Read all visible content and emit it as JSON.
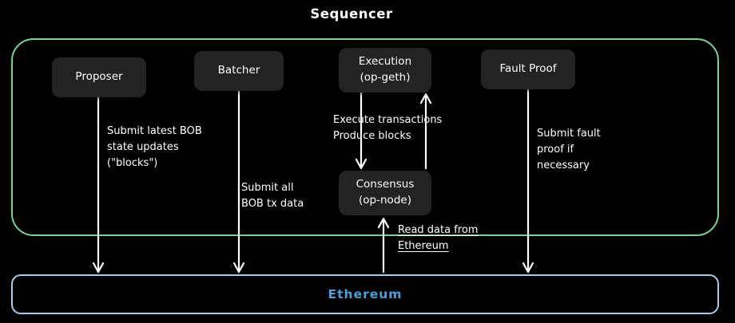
{
  "title": "Sequencer",
  "nodes": {
    "proposer": "Proposer",
    "batcher": "Batcher",
    "execution": [
      "Execution",
      "(op-geth)"
    ],
    "fault_proof": "Fault Proof",
    "consensus": [
      "Consensus",
      "(op-node)"
    ],
    "ethereum": "Ethereum"
  },
  "labels": {
    "proposer_to_ethereum": [
      "Submit latest BOB",
      "state updates",
      "(\"blocks\")"
    ],
    "batcher_to_ethereum": [
      "Submit all",
      "BOB tx data"
    ],
    "execution_consensus": [
      "Execute transactions",
      "Produce blocks"
    ],
    "fault_proof_to_ethereum": [
      "Submit fault",
      "proof if",
      "necessary"
    ],
    "ethereum_to_consensus": [
      "Read data from",
      "Ethereum"
    ]
  },
  "colors": {
    "background": "#000000",
    "sequencer_border": "#79d297",
    "ethereum_border": "#a8cdea",
    "ethereum_text": "#4d9fdb",
    "node_background": "#232323",
    "node_text": "#ffffff",
    "arrow": "#ffffff"
  }
}
